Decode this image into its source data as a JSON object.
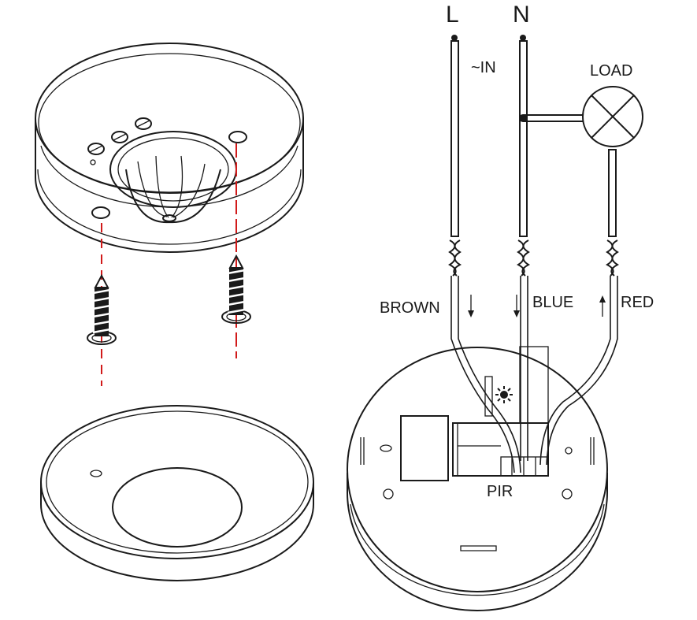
{
  "labels": {
    "line": "L",
    "neutral": "N",
    "input": "~IN",
    "load": "LOAD",
    "brown": "BROWN",
    "blue": "BLUE",
    "red": "RED",
    "pir": "PIR"
  },
  "colors": {
    "line_art": "#1a1a1a",
    "guide": "#d11a1a",
    "background": "#ffffff"
  },
  "icons": [
    "sun-icon",
    "load-lamp-icon",
    "screw-icon"
  ]
}
